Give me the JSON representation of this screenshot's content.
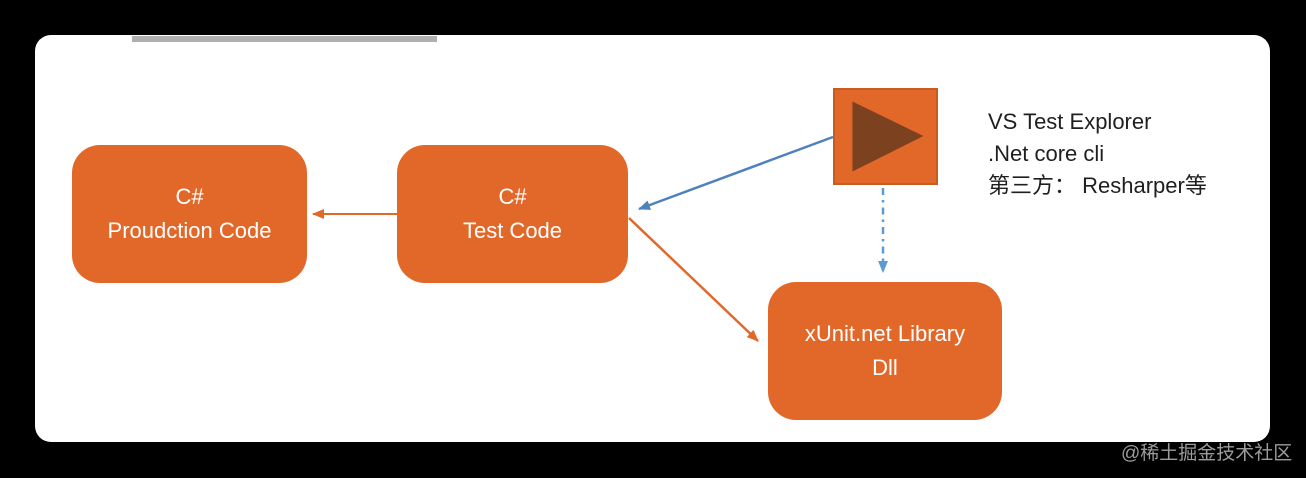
{
  "colors": {
    "page_bg": "#000000",
    "canvas_bg": "#FFFFFF",
    "top_bar": "#AFAFAF",
    "node_fill": "#E2682A",
    "node_text": "#FFFFFF",
    "play_square_border": "#C85B1E",
    "play_triangle": "#7C4220",
    "orange_arrow": "#E2682A",
    "solid_blue_arrow": "#4E81BD",
    "dashed_blue_arrow": "#5B9BD5",
    "annotation_text": "#1F1F1F",
    "watermark_text": "#9C9C9C"
  },
  "diagram": {
    "nodes": {
      "production": {
        "line1": "C#",
        "line2": "Proudction Code"
      },
      "test": {
        "line1": "C#",
        "line2": "Test Code"
      },
      "xunit": {
        "line1": "xUnit.net Library",
        "line2": "Dll"
      },
      "runner": {
        "icon": "play-button"
      }
    },
    "annotation": {
      "line1": "VS Test Explorer",
      "line2": ".Net core cli",
      "line3": "第三方： Resharper等"
    },
    "edges": [
      {
        "from": "test",
        "to": "production",
        "style": "solid-orange"
      },
      {
        "from": "runner",
        "to": "test",
        "style": "solid-blue"
      },
      {
        "from": "test",
        "to": "xunit",
        "style": "solid-orange"
      },
      {
        "from": "runner",
        "to": "xunit",
        "style": "dash-dot-blue"
      }
    ]
  },
  "watermark": {
    "text": "@稀土掘金技术社区"
  }
}
